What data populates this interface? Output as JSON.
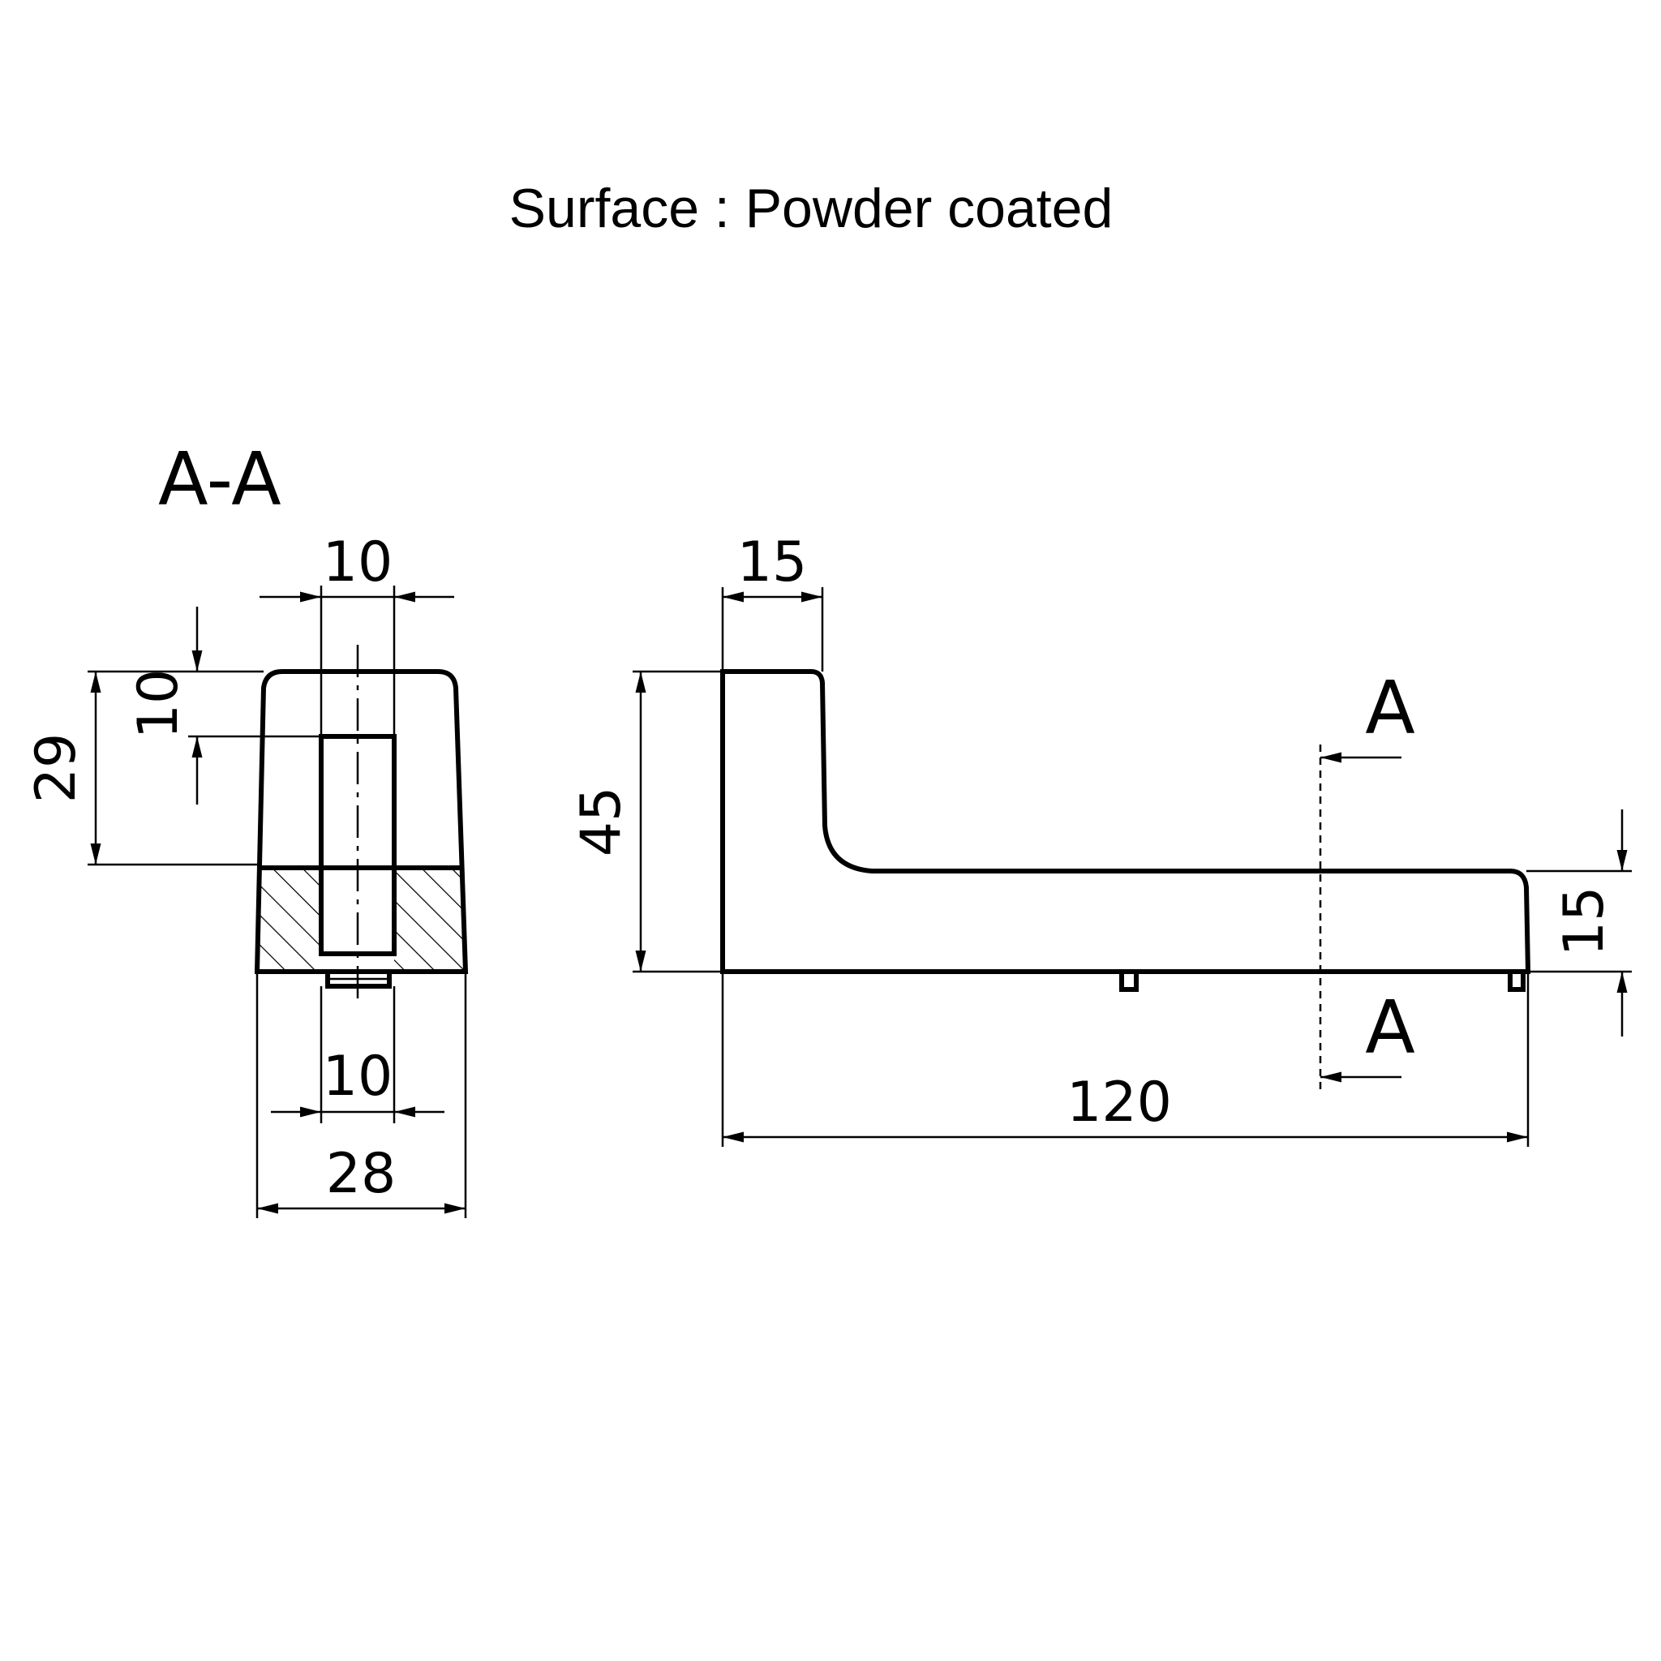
{
  "surface_note": "Surface : Powder coated",
  "section": {
    "title": "A-A",
    "dims": {
      "pin_width_top": "10",
      "pin_depth": "10",
      "height": "29",
      "pin_width_bottom": "10",
      "width": "28"
    }
  },
  "side_view": {
    "dims": {
      "upright_width": "15",
      "height": "45",
      "arm_height": "15",
      "length": "120"
    },
    "cut_label_top": "A",
    "cut_label_bottom": "A"
  },
  "colors": {
    "line": "#000000",
    "background": "#ffffff"
  }
}
